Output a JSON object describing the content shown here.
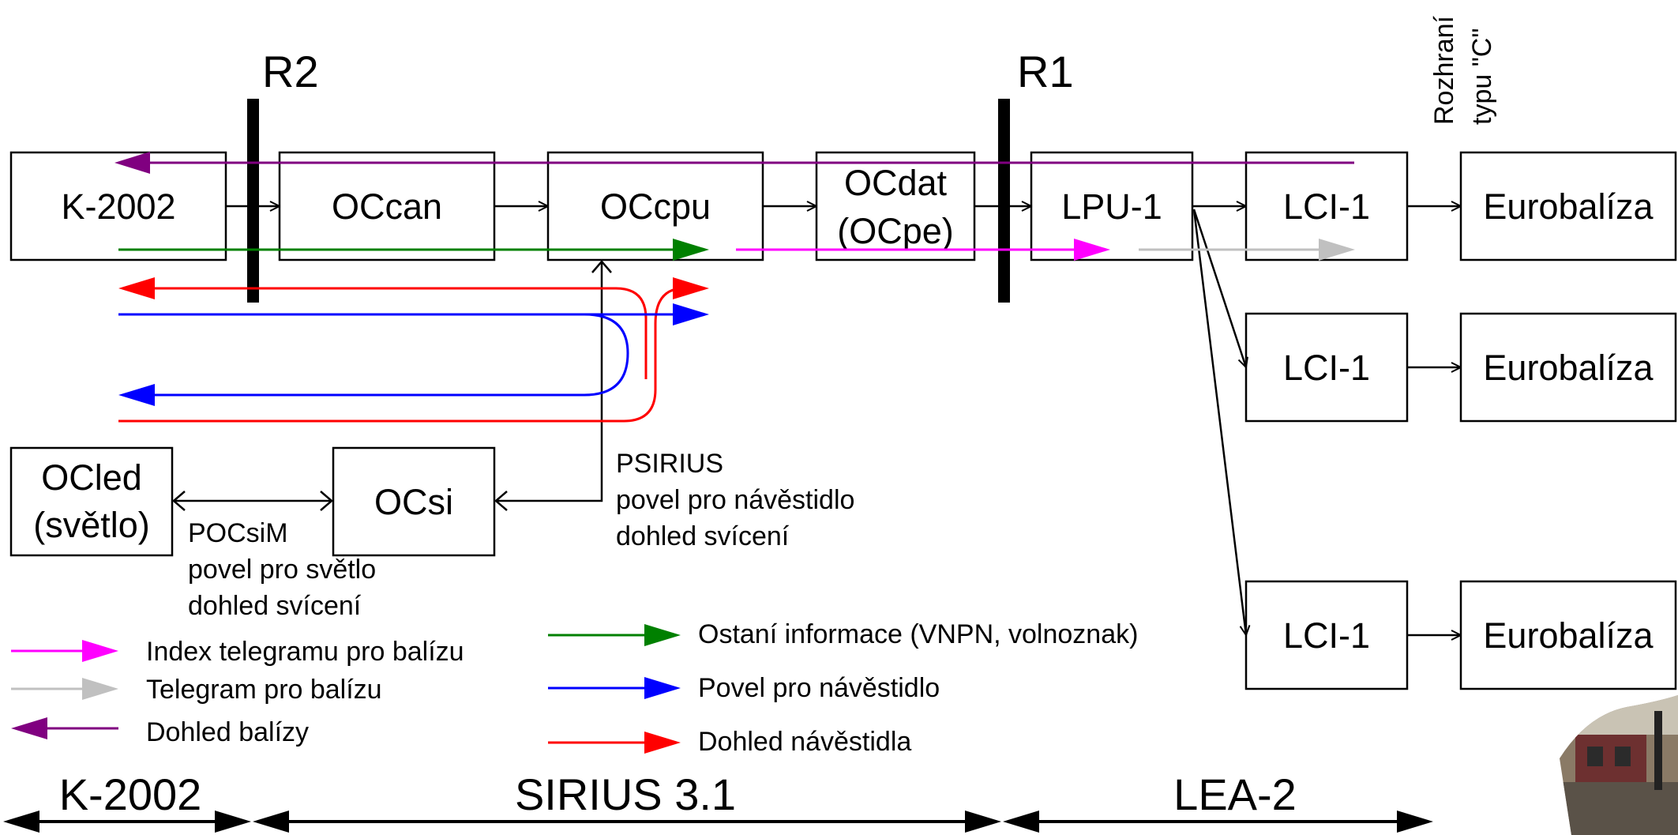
{
  "interfaces": {
    "r2_label": "R2",
    "r1_label": "R1",
    "type_c_line1": "Rozhraní",
    "type_c_line2": "typu \"C\""
  },
  "blocks": {
    "k2002": "K-2002",
    "occan": "OCcan",
    "occpu": "OCcpu",
    "ocdat_line1": "OCdat",
    "ocdat_line2": "(OCpe)",
    "lpu1": "LPU-1",
    "lci1_top": "LCI-1",
    "lci1_mid": "LCI-1",
    "lci1_bot": "LCI-1",
    "eurobaliza_top": "Eurobalíza",
    "eurobaliza_mid": "Eurobalíza",
    "eurobaliza_bot": "Eurobalíza",
    "ocled_line1": "OCled",
    "ocled_line2": "(světlo)",
    "ocsi": "OCsi"
  },
  "annotations": {
    "psirius": [
      "PSIRIUS",
      "povel pro návěstidlo",
      "dohled svícení"
    ],
    "pocsim": [
      "POCsiM",
      "povel pro světlo",
      "dohled svícení"
    ]
  },
  "legend": {
    "index_telegram": "Index telegramu pro balízu",
    "telegram": "Telegram pro balízu",
    "dohled_balizy": "Dohled balízy",
    "ostatni": "Ostaní informace (VNPN, volnoznak)",
    "povel": "Povel pro návěstidlo",
    "dohled_navestidla": "Dohled návěstidla"
  },
  "systems": {
    "k2002": "K-2002",
    "sirius": "SIRIUS 3.1",
    "lea2": "LEA-2"
  },
  "colors": {
    "magenta": "#ff00ff",
    "gray": "#c0c0c0",
    "purple": "#800080",
    "green": "#008000",
    "blue": "#0000ff",
    "red": "#ff0000",
    "black": "#000000"
  }
}
